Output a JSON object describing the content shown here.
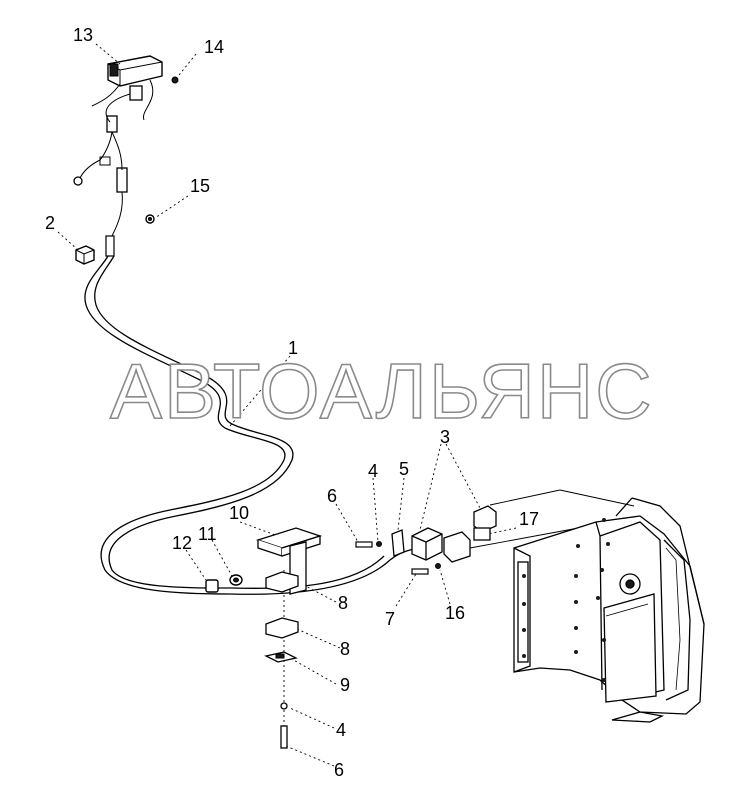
{
  "watermark": {
    "text": "АВТОАЛЬЯНС"
  },
  "callouts": {
    "c1": "1",
    "c2": "2",
    "c3": "3",
    "c4a": "4",
    "c4b": "4",
    "c5": "5",
    "c6a": "6",
    "c6b": "6",
    "c7": "7",
    "c8a": "8",
    "c8b": "8",
    "c9": "9",
    "c10": "10",
    "c11": "11",
    "c12": "12",
    "c13": "13",
    "c14": "14",
    "c15": "15",
    "c16": "16",
    "c17": "17"
  },
  "colors": {
    "line": "#000000",
    "part_fill": "#ffffff",
    "dark_fill": "#1a1a1a",
    "watermark_stroke": "#8a8a8a"
  }
}
